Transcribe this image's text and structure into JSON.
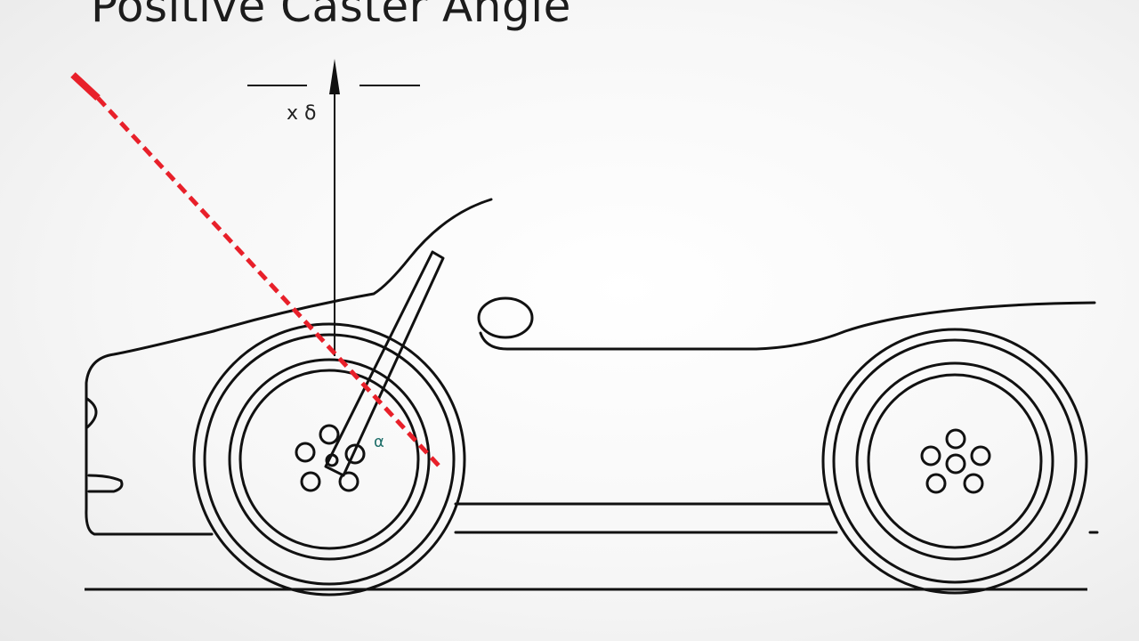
{
  "title": "Positive Caster Angle",
  "labels": {
    "vertical_marker": "x δ",
    "angle_marker": "α"
  },
  "colors": {
    "steering_axis_line": "#e8202a",
    "outline": "#111111",
    "angle_marker": "#1f6f6a"
  }
}
